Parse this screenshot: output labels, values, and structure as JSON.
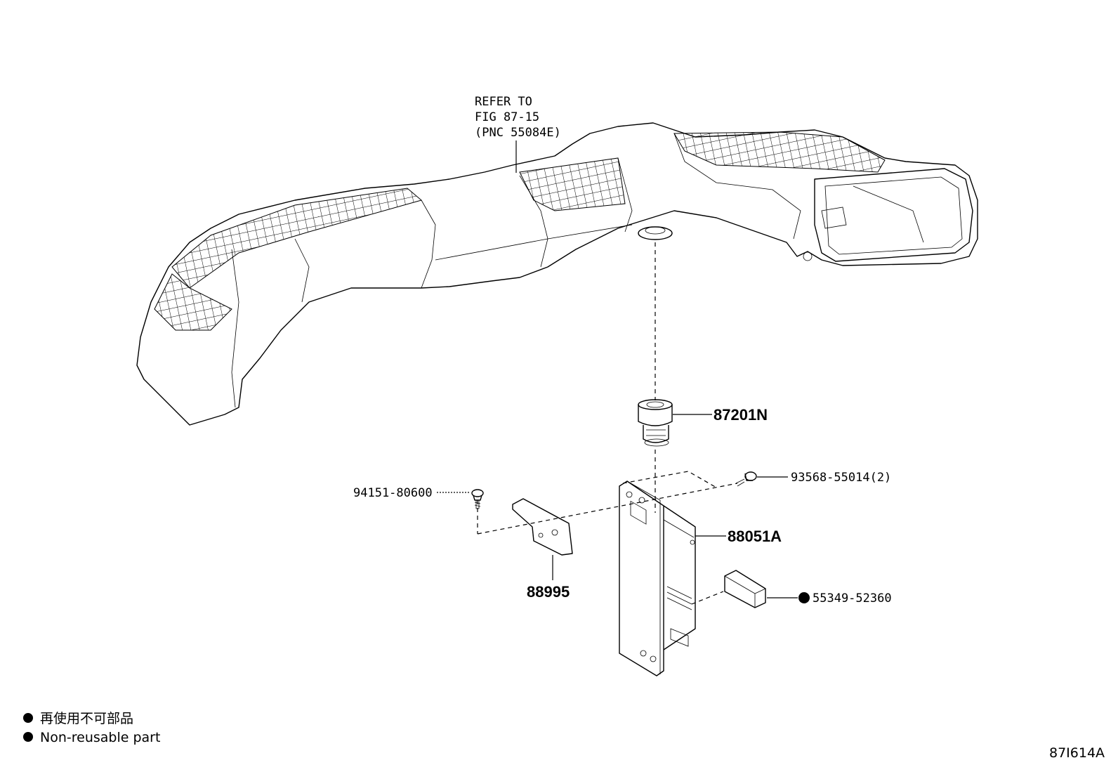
{
  "refer_note": {
    "line1": "REFER TO",
    "line2": "FIG 87-15",
    "line3": "(PNC 55084E)"
  },
  "parts": {
    "grommet": "87201N",
    "screw_right": "93568-55014(2)",
    "screw_left": "94151-80600",
    "module": "88051A",
    "bracket": "88995",
    "pad": "55349-52360"
  },
  "legend": {
    "jp": "再使用不可部品",
    "en": "Non-reusable part"
  },
  "figure_id": "87I614A"
}
